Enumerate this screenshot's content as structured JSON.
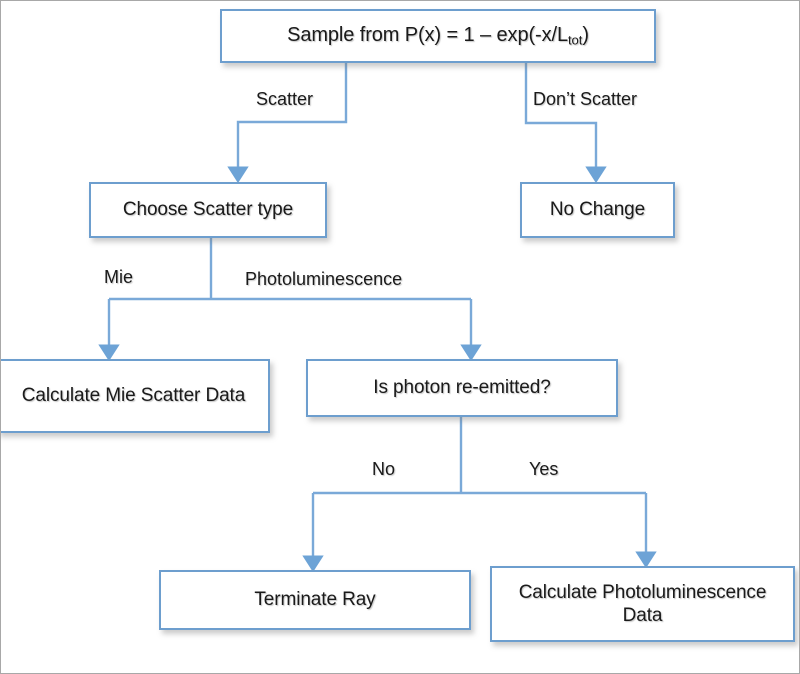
{
  "diagram": {
    "type": "flowchart",
    "title": "Monte Carlo photon scattering decision flowchart",
    "accent_color": "#6d9ece",
    "connector_color": "#7aa9d8",
    "background_color": "#ffffff",
    "frame_color": "#a8a8a8"
  },
  "nodes": [
    {
      "id": "sample",
      "text_html": "Sample from P(x) = 1 &ndash;  exp(-x/L<sub>tot</sub>)",
      "text": "Sample from P(x) = 1 – exp(-x/Ltot)"
    },
    {
      "id": "choose",
      "text": "Choose Scatter type"
    },
    {
      "id": "nochange",
      "text": "No Change"
    },
    {
      "id": "mie",
      "text": "Calculate Mie Scatter Data"
    },
    {
      "id": "reemit",
      "text": "Is photon re-emitted?"
    },
    {
      "id": "terminate",
      "text": "Terminate Ray"
    },
    {
      "id": "photolum",
      "text": "Calculate Photoluminescence Data"
    }
  ],
  "edge_labels": {
    "scatter": "Scatter",
    "dont_scatter": "Don’t Scatter",
    "mie": "Mie",
    "photoluminescence": "Photoluminescence",
    "no": "No",
    "yes": "Yes"
  },
  "edges": [
    {
      "from": "sample",
      "to": "choose",
      "label": "Scatter"
    },
    {
      "from": "sample",
      "to": "nochange",
      "label": "Don’t Scatter"
    },
    {
      "from": "choose",
      "to": "mie",
      "label": "Mie"
    },
    {
      "from": "choose",
      "to": "reemit",
      "label": "Photoluminescence"
    },
    {
      "from": "reemit",
      "to": "terminate",
      "label": "No"
    },
    {
      "from": "reemit",
      "to": "photolum",
      "label": "Yes"
    }
  ]
}
